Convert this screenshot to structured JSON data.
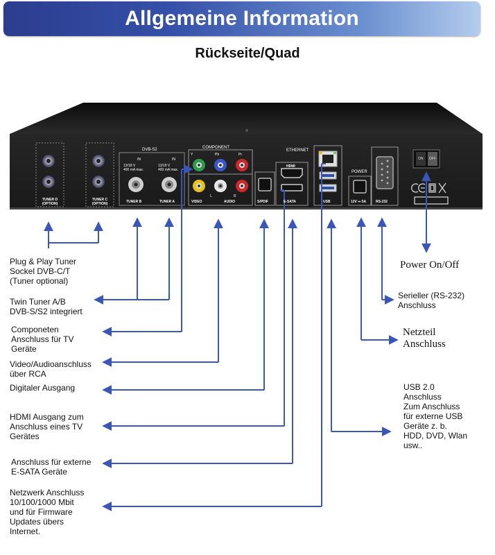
{
  "header": {
    "title": "Allgemeine Information"
  },
  "subtitle": "Rückseite/Quad",
  "device": {
    "sections": {
      "dvb_s2": "DVB-S2",
      "component": "COMPONENT",
      "ethernet": "ETHERNET",
      "power": "POWER",
      "in_a": "IN",
      "in_b": "IN",
      "y": "Y",
      "pb": "Pb",
      "pr": "Pr",
      "l": "L",
      "r": "R",
      "tuner_spec_a": "13/18 V\n400 mA max.",
      "tuner_spec_b": "13/18 V\n400 mA max.",
      "on": "ON",
      "off": "OFF"
    },
    "port_labels": {
      "tuner_d": "TUNER D\n(OPTION)",
      "tuner_c": "TUNER C\n(OPTION)",
      "tuner_b": "TUNER B",
      "tuner_a": "TUNER A",
      "video": "VIDEO",
      "audio": "AUDIO",
      "spdif": "S/PDIF",
      "hdmi": "HDMI",
      "esata": "E-SATA",
      "usb": "USB",
      "power_spec": "12V ⎓ 5A",
      "rs232": "RS-232"
    }
  },
  "callouts": {
    "plug_play": "Plug & Play Tuner\nSockel DVB-C/T\n(Tuner optional)",
    "twin_tuner": "Twin Tuner A/B\nDVB-S/S2 integriert",
    "component": "Componeten\nAnschluss für TV\nGeräte",
    "video_audio": "Video/Audioanschluss\nüber RCA",
    "digital_out": "Digitaler Ausgang",
    "hdmi": "HDMI Ausgang zum\nAnschluss eines TV\nGerätes",
    "esata": "Anschluss für externe\nE-SATA Geräte",
    "network": "Netzwerk Anschluss\n10/100/1000 Mbit\nund für Firmware\nUpdates übers\nInternet.",
    "power_switch": "Power On/Off",
    "serial": "Serieller (RS-232)\nAnschluss",
    "power_supply": "Netzteil\nAnschluss",
    "usb": "USB 2.0\nAnschluss\nZum Anschluss\nfür externe USB\nGeräte z. b.\nHDD, DVD, Wlan\nusw.."
  },
  "colors": {
    "banner_dark": "#2b3d8e",
    "banner_light": "#b4cdee",
    "arrow": "#3a57b8",
    "device_body": "#1e1e1e"
  }
}
